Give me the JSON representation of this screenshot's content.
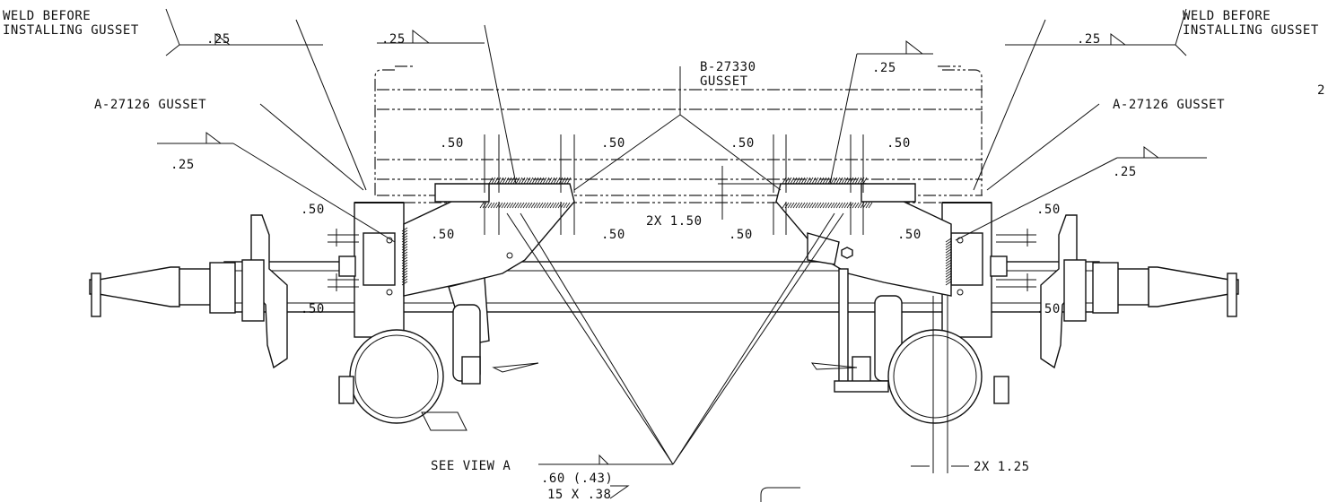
{
  "callouts": {
    "weld_note_left": [
      "WELD BEFORE",
      "INSTALLING GUSSET"
    ],
    "weld_note_right": [
      "WELD BEFORE",
      "INSTALLING GUSSET"
    ],
    "gusset_left": "A-27126 GUSSET",
    "gusset_right": "A-27126 GUSSET",
    "gusset_center": [
      "B-27330",
      "GUSSET"
    ],
    "see_view": "SEE VIEW A",
    "edge_number": "2"
  },
  "weld_sizes": {
    "top_left_a": ".25",
    "top_left_b": ".25",
    "top_right_a": ".25",
    "top_right_b": ".25",
    "mid_left": ".25",
    "mid_right": ".25"
  },
  "dimensions": {
    "upper_left_a": ".50",
    "upper_left_b": ".50",
    "upper_right_a": ".50",
    "upper_right_b": ".50",
    "lower_left_a": ".50",
    "lower_left_b": ".50",
    "lower_right_a": ".50",
    "lower_right_b": ".50",
    "side_left_top": ".50",
    "side_left_bottom": ".50",
    "side_right_top": ".50",
    "side_right_bottom": ".50",
    "center_height": "2X 1.50",
    "bottom_right": "2X 1.25",
    "bottom_weld_a": ".60 (.43)",
    "bottom_weld_b": "15 X .38"
  }
}
